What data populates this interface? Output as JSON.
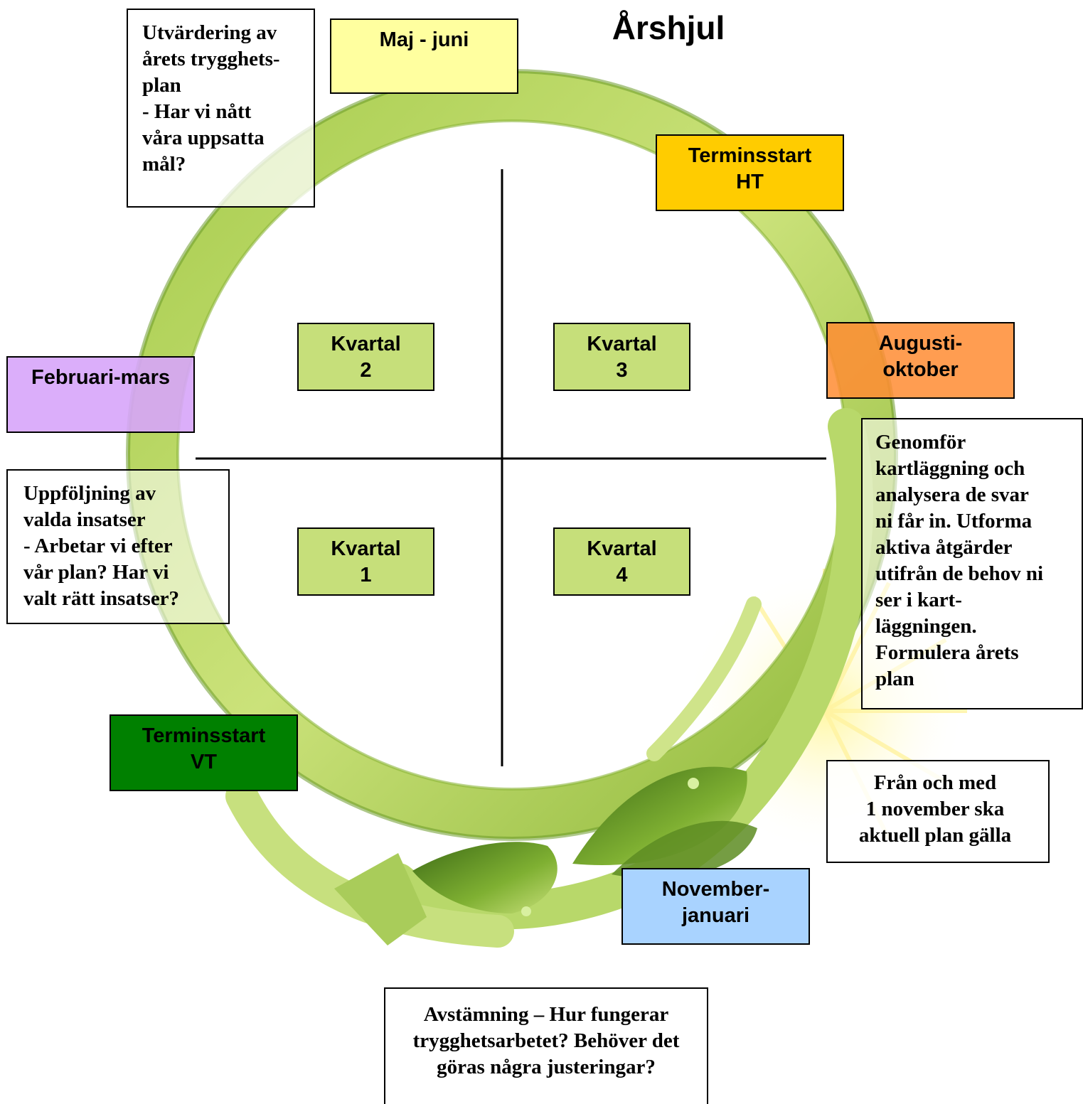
{
  "title": "Årshjul",
  "periods": {
    "maj_juni": "Maj - juni",
    "terminsstart_ht": "Terminsstart\nHT",
    "augusti_oktober": "Augusti-\noktober",
    "februari_mars": "Februari-mars",
    "terminsstart_vt": "Terminsstart\nVT",
    "november_januari": "November-\njanuari"
  },
  "quarters": {
    "q1": "Kvartal\n1",
    "q2": "Kvartal\n2",
    "q3": "Kvartal\n3",
    "q4": "Kvartal\n4"
  },
  "notes": {
    "utvardering": "Utvärdering av\nårets trygghets-\nplan\n- Har vi nått\nvåra uppsatta\nmål?",
    "uppfoljning": "Uppföljning av\nvalda insatser\n- Arbetar vi efter\nvår plan? Har vi\nvalt rätt insatser?",
    "genomfor": "Genomför\nkartläggning och\nanalysera de svar\nni får in. Utforma\naktiva åtgärder\nutifrån de behov ni\nser i kart-\nläggningen.\nFormulera årets\nplan",
    "fran_och_med": "Från och med\n1 november ska\naktuell plan gälla",
    "avstamning": "Avstämning – Hur fungerar\ntrygghetsarbetet? Behöver det\ngöras några justeringar?"
  },
  "colors": {
    "maj_juni": "#ffff9f",
    "terminsstart_ht": "#ffcc00",
    "augusti_oktober": "#ff9a4f",
    "februari_mars": "#d9a9f5",
    "terminsstart_vt": "#008000",
    "november_januari": "#a9d3ff",
    "quarter": "#c6df7a",
    "ring_light": "#c8df72",
    "ring_dark": "#6b9a2a"
  }
}
